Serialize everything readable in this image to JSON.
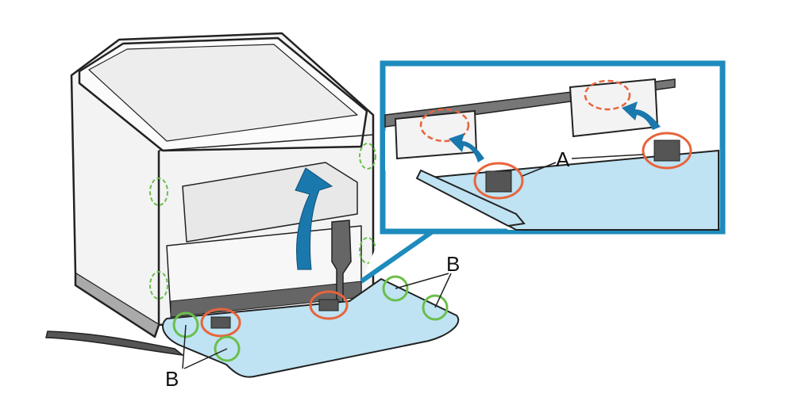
{
  "labels": {
    "a": "A",
    "b_right": "B",
    "b_left": "B"
  },
  "colors": {
    "arrow": "#1b78ad",
    "inset_border": "#1e8bbd",
    "cover": "#bfe3f3",
    "latch_circle": "#e8643c",
    "tab_circle": "#6abf4b",
    "body": "#f4f4f4",
    "outline": "#222222"
  }
}
